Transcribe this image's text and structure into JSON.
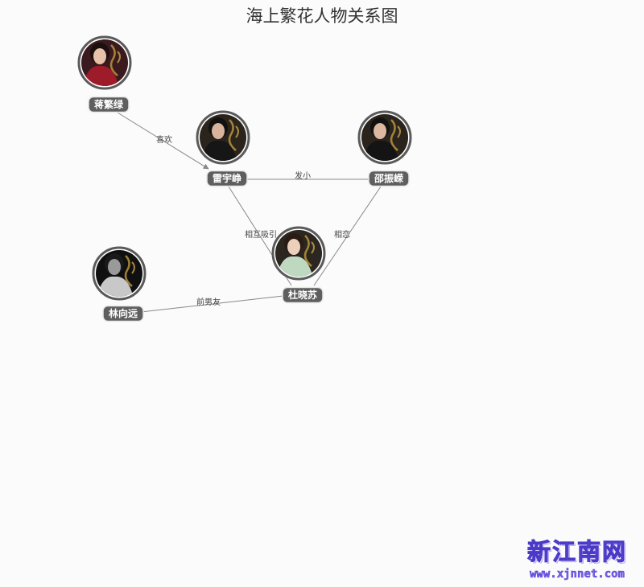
{
  "title": "海上繁花人物关系图",
  "nodes": [
    {
      "id": "jiang",
      "name": "蒋繁绿",
      "photo": {
        "bg": "#3a1a1e",
        "outfit": "#9e1b2a",
        "skin": "#e8c2a8",
        "hair": "#1b1010"
      }
    },
    {
      "id": "lei",
      "name": "雷宇峥",
      "photo": {
        "bg": "#2a241c",
        "outfit": "#161616",
        "skin": "#d8b49c",
        "hair": "#111111"
      }
    },
    {
      "id": "shao",
      "name": "邵振嵘",
      "photo": {
        "bg": "#2a241c",
        "outfit": "#141414",
        "skin": "#dcb8a0",
        "hair": "#121212"
      }
    },
    {
      "id": "du",
      "name": "杜晓苏",
      "photo": {
        "bg": "#2b2620",
        "outfit": "#bfd8c0",
        "skin": "#ecd0bc",
        "hair": "#2a1c14"
      }
    },
    {
      "id": "lin",
      "name": "林向远",
      "photo": {
        "bg": "#101010",
        "outfit": "#c8c8c8",
        "skin": "#9a9a9a",
        "hair": "#1a1a1a"
      }
    }
  ],
  "edges": [
    {
      "from": "jiang",
      "to": "lei",
      "label": "喜欢",
      "arrow": true
    },
    {
      "from": "lei",
      "to": "shao",
      "label": "发小",
      "arrow": false
    },
    {
      "from": "lei",
      "to": "du",
      "label": "相互吸引",
      "arrow": false
    },
    {
      "from": "shao",
      "to": "du",
      "label": "相恋",
      "arrow": false
    },
    {
      "from": "lin",
      "to": "du",
      "label": "前男友",
      "arrow": false
    }
  ],
  "watermark": {
    "name": "新江南网",
    "url": "www.xjnnet.com"
  }
}
